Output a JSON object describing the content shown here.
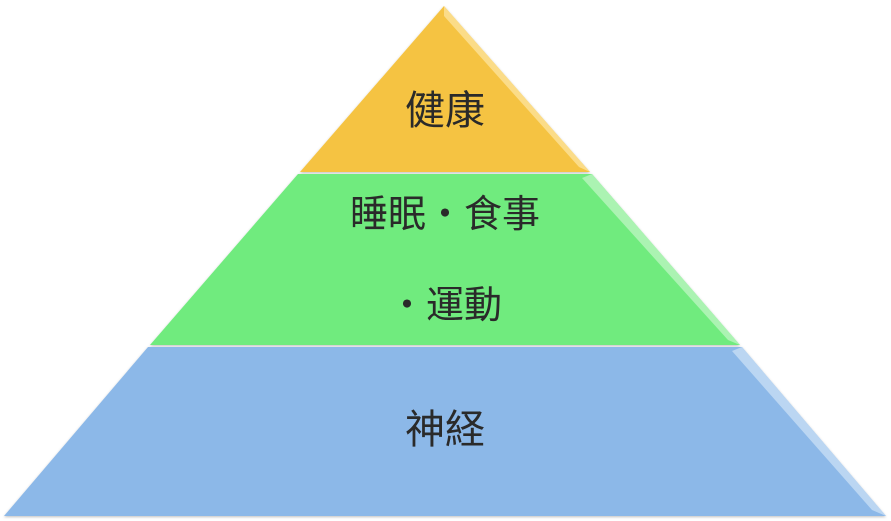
{
  "pyramid": {
    "tiers": [
      {
        "label": "健康",
        "color": "#F5C342",
        "edge": "#FDE7A6"
      },
      {
        "label_line1": "睡眠・食事",
        "label_line2": "・運動",
        "color": "#70EB7E",
        "edge": "#C4F7C9"
      },
      {
        "label": "神経",
        "color": "#8CB8E8",
        "edge": "#CFE2F7"
      }
    ]
  }
}
